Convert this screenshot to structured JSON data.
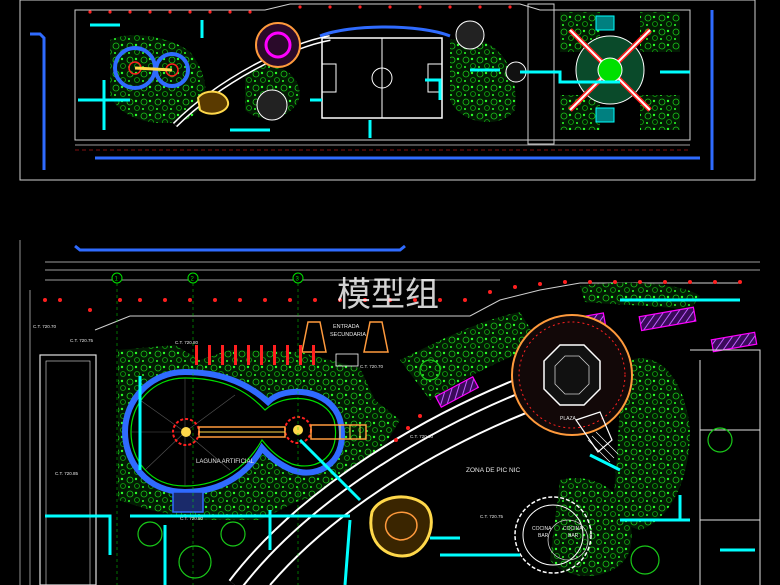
{
  "watermark": "模型组",
  "labels": {
    "laguna": "LAGUNA ARTIFICIAL",
    "zona": "ZONA DE PIC NIC",
    "entrada_l1": "ENTRADA",
    "entrada_l2": "SECUNDARIA",
    "cocina_l1": "COCINA",
    "cocina_l2": "BAR",
    "plaza": "PLAZA",
    "ct_1": "C.T. 720.70",
    "ct_2": "C.T. 720.75",
    "ct_3": "C.T. 720.80",
    "ct_4": "C.T. 720.85",
    "ct_5": "C.T. 720.80",
    "ct_6": "C.T. 720.70",
    "ct_7": "C.T. 720.60",
    "ct_8": "C.T. 720.75"
  },
  "grid_markers": [
    "1",
    "2",
    "3"
  ],
  "colors": {
    "cyan": "#00ffff",
    "green": "#00e000",
    "darkgreen": "#0a8a0a",
    "red": "#ff2020",
    "magenta": "#ff00ff",
    "yellow": "#ffd84a",
    "orange": "#ff9a3c",
    "blue": "#2f6bff",
    "white": "#ffffff"
  }
}
